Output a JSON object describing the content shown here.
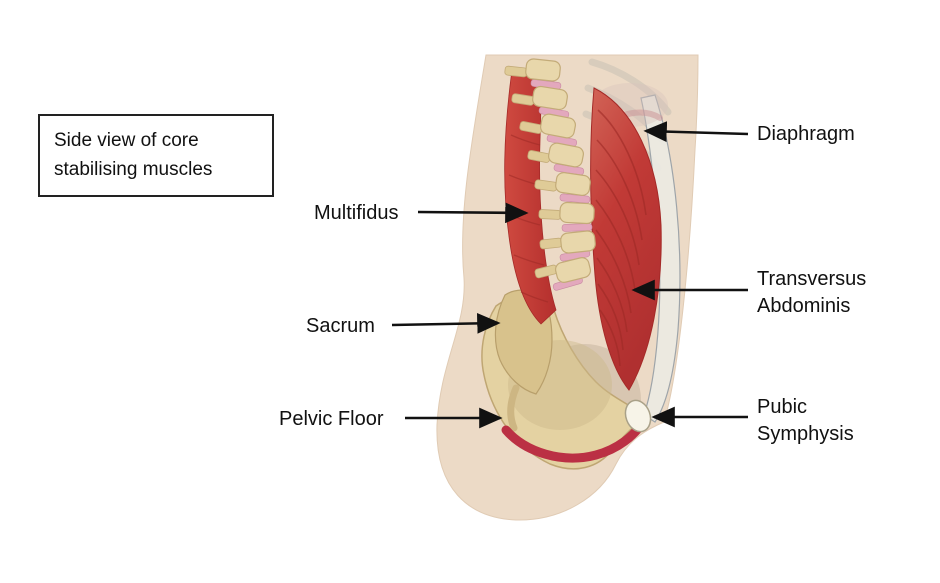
{
  "title_box": {
    "line1": "Side view of core",
    "line2": "stabilising muscles"
  },
  "labels": {
    "diaphragm": {
      "text": "Diaphragm"
    },
    "multifidus": {
      "text": "Multifidus"
    },
    "transversus_abdominis": {
      "line1": "Transversus",
      "line2": "Abdominis"
    },
    "sacrum": {
      "text": "Sacrum"
    },
    "pelvic_floor": {
      "text": "Pelvic Floor"
    },
    "pubic_symphysis": {
      "line1": "Pubic",
      "line2": "Symphysis"
    }
  },
  "figure": {
    "alt": "Side view anatomical illustration of the trunk showing the spine, pelvis and core stabilising muscles",
    "colors": {
      "muscle_red": "#c13a36",
      "muscle_dark_red": "#9e2a26",
      "bone_beige": "#e6d3a3",
      "skin": "#ecdac6",
      "fascia_white": "#eceae2",
      "arrow_black": "#111111",
      "background": "#ffffff"
    }
  }
}
